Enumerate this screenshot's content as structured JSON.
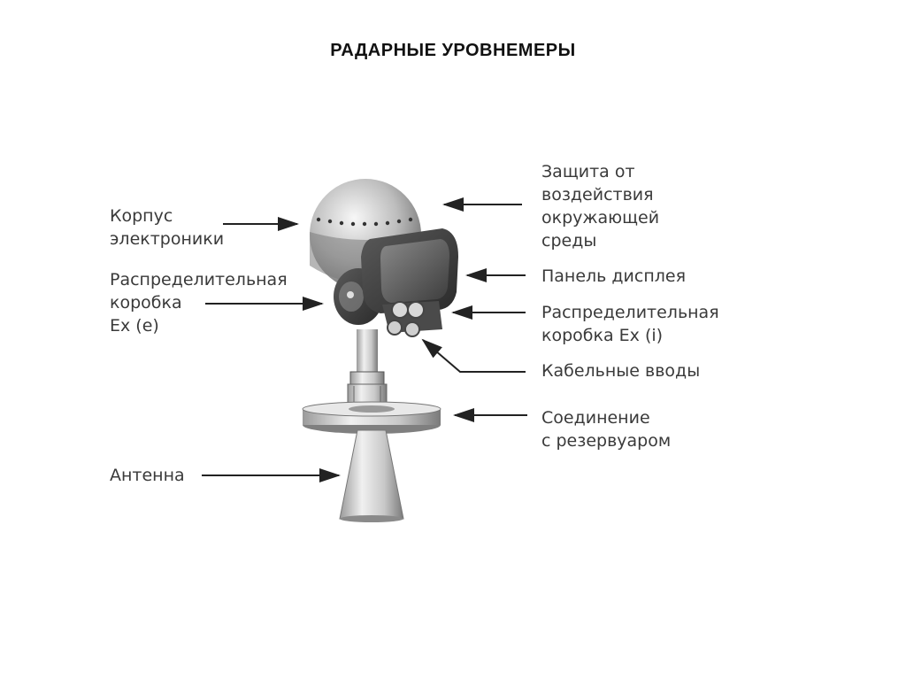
{
  "title": "РАДАРНЫЕ УРОВНЕМЕРЫ",
  "labels": {
    "electronics_housing": [
      "Корпус",
      "электроники"
    ],
    "junction_box_ex_e": [
      "Распределительная",
      "коробка",
      "Ex (e)"
    ],
    "antenna": [
      "Антенна"
    ],
    "environment_protection": [
      "Защита от",
      "воздействия",
      "окружающей",
      "среды"
    ],
    "display_panel": [
      "Панель дисплея"
    ],
    "junction_box_ex_i": [
      "Распределительная",
      "коробка Ex (i)"
    ],
    "cable_entries": [
      "Кабельные вводы"
    ],
    "tank_connection": [
      "Соединение",
      "с резервуаром"
    ]
  }
}
